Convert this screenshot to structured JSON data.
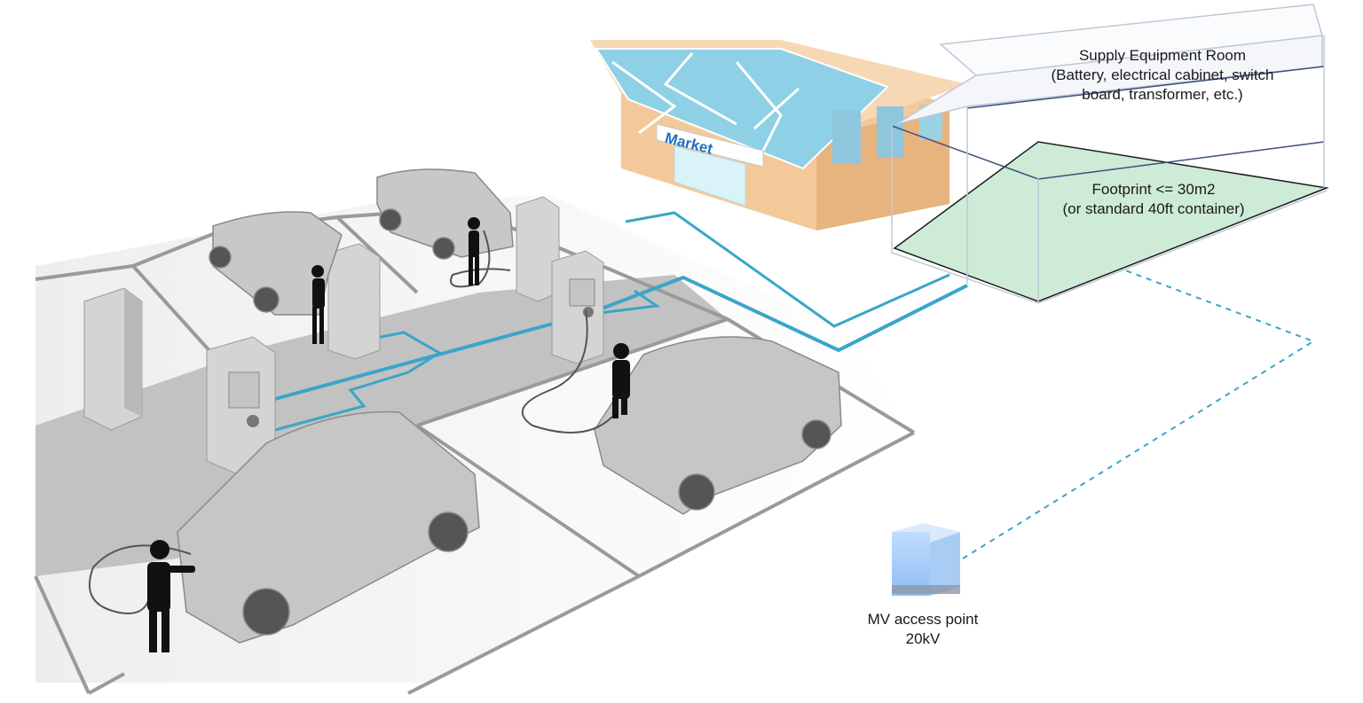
{
  "room": {
    "title": "Supply Equipment Room",
    "detail_line1": "(Battery, electrical cabinet, switch",
    "detail_line2": "board, transformer, etc.)"
  },
  "footprint": {
    "line1": "Footprint <= 30m2",
    "line2": "(or standard 40ft container)"
  },
  "mv_point": {
    "line1": "MV access point",
    "line2": "20kV"
  },
  "market": {
    "sign": "Market"
  },
  "colors": {
    "cable": "#3aa5c8",
    "footprint_fill": "#cdebd6",
    "market_wall": "#f4c99a",
    "glass": "#8ed0e6",
    "car": "#bdbdbd",
    "ground_paved": "#bfbfbf",
    "person": "#111111"
  }
}
